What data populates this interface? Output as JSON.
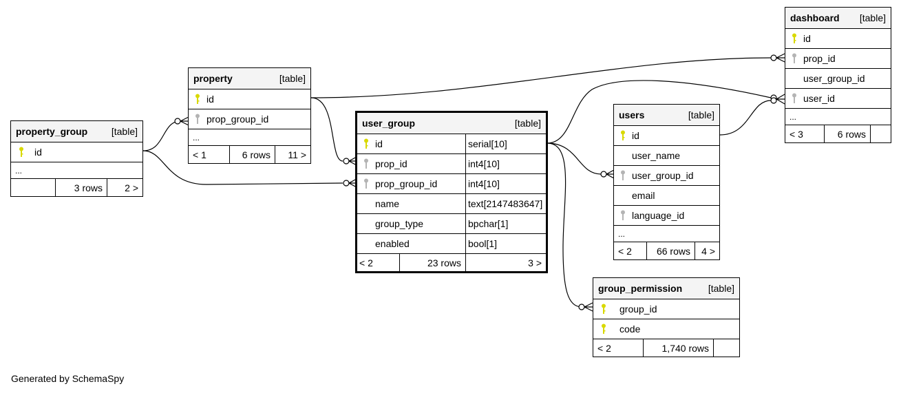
{
  "diagram_type": "schema relationship diagram",
  "tag": "[table]",
  "ellipsis": "...",
  "tables": {
    "property_group": {
      "name": "property_group",
      "columns": [
        {
          "name": "id",
          "key": "primary"
        }
      ],
      "footer": {
        "parents": "",
        "rows": "3 rows",
        "children": "2 >"
      }
    },
    "property": {
      "name": "property",
      "columns": [
        {
          "name": "id",
          "key": "primary"
        },
        {
          "name": "prop_group_id",
          "key": "foreign"
        }
      ],
      "footer": {
        "parents": "< 1",
        "rows": "6 rows",
        "children": "11 >"
      }
    },
    "user_group": {
      "name": "user_group",
      "columns": [
        {
          "name": "id",
          "type": "serial[10]",
          "key": "primary"
        },
        {
          "name": "prop_id",
          "type": "int4[10]",
          "key": "foreign"
        },
        {
          "name": "prop_group_id",
          "type": "int4[10]",
          "key": "foreign"
        },
        {
          "name": "name",
          "type": "text[2147483647]",
          "key": "none"
        },
        {
          "name": "group_type",
          "type": "bpchar[1]",
          "key": "none"
        },
        {
          "name": "enabled",
          "type": "bool[1]",
          "key": "none"
        }
      ],
      "footer": {
        "parents": "< 2",
        "rows": "23 rows",
        "children": "3 >"
      }
    },
    "users": {
      "name": "users",
      "columns": [
        {
          "name": "id",
          "key": "primary"
        },
        {
          "name": "user_name",
          "key": "none"
        },
        {
          "name": "user_group_id",
          "key": "foreign"
        },
        {
          "name": "email",
          "key": "none"
        },
        {
          "name": "language_id",
          "key": "foreign"
        }
      ],
      "footer": {
        "parents": "< 2",
        "rows": "66 rows",
        "children": "4 >"
      }
    },
    "dashboard": {
      "name": "dashboard",
      "columns": [
        {
          "name": "id",
          "key": "primary"
        },
        {
          "name": "prop_id",
          "key": "foreign"
        },
        {
          "name": "user_group_id",
          "key": "none"
        },
        {
          "name": "user_id",
          "key": "foreign"
        }
      ],
      "footer": {
        "parents": "< 3",
        "rows": "6 rows",
        "children": ""
      }
    },
    "group_permission": {
      "name": "group_permission",
      "columns": [
        {
          "name": "group_id",
          "key": "primary"
        },
        {
          "name": "code",
          "key": "primary"
        }
      ],
      "footer": {
        "parents": "< 2",
        "rows": "1,740 rows",
        "children": ""
      }
    }
  },
  "relationships": [
    {
      "from": "property.prop_group_id",
      "to": "property_group.id"
    },
    {
      "from": "user_group.prop_group_id",
      "to": "property_group.id"
    },
    {
      "from": "user_group.prop_id",
      "to": "property.id"
    },
    {
      "from": "dashboard.prop_id",
      "to": "property.id"
    },
    {
      "from": "dashboard.user_id",
      "to": "user_group.id"
    },
    {
      "from": "users.user_group_id",
      "to": "user_group.id"
    },
    {
      "from": "group_permission.group_id",
      "to": "user_group.id"
    },
    {
      "from": "dashboard.user_id",
      "to": "users.id"
    }
  ],
  "colors": {
    "primary_key": "#d9d900",
    "foreign_key": "#b4b4b4",
    "header_bg": "#f4f4f4",
    "line": "#000000"
  },
  "credit": "Generated by SchemaSpy"
}
